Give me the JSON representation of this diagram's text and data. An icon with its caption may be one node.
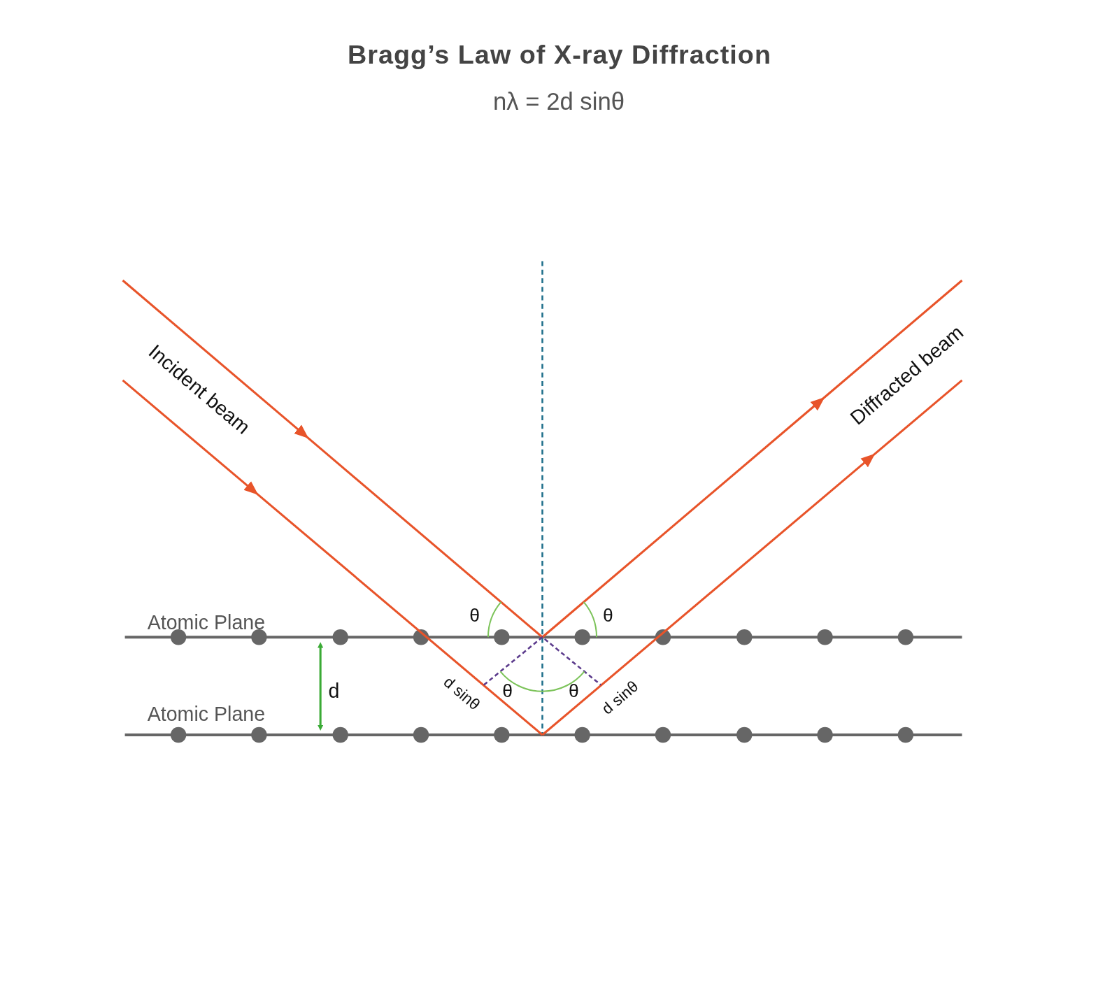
{
  "diagram": {
    "title": "Bragg’s Law of X-ray Diffraction",
    "labels": [
      "nλ = 2d sinθ",
      "Incident beam",
      "Diffracted beam",
      "Atomic Plane",
      "θ",
      "θ",
      "d",
      "θ",
      "θ",
      "Atomic Plane",
      "d sinθ",
      "d sinθ"
    ]
  }
}
